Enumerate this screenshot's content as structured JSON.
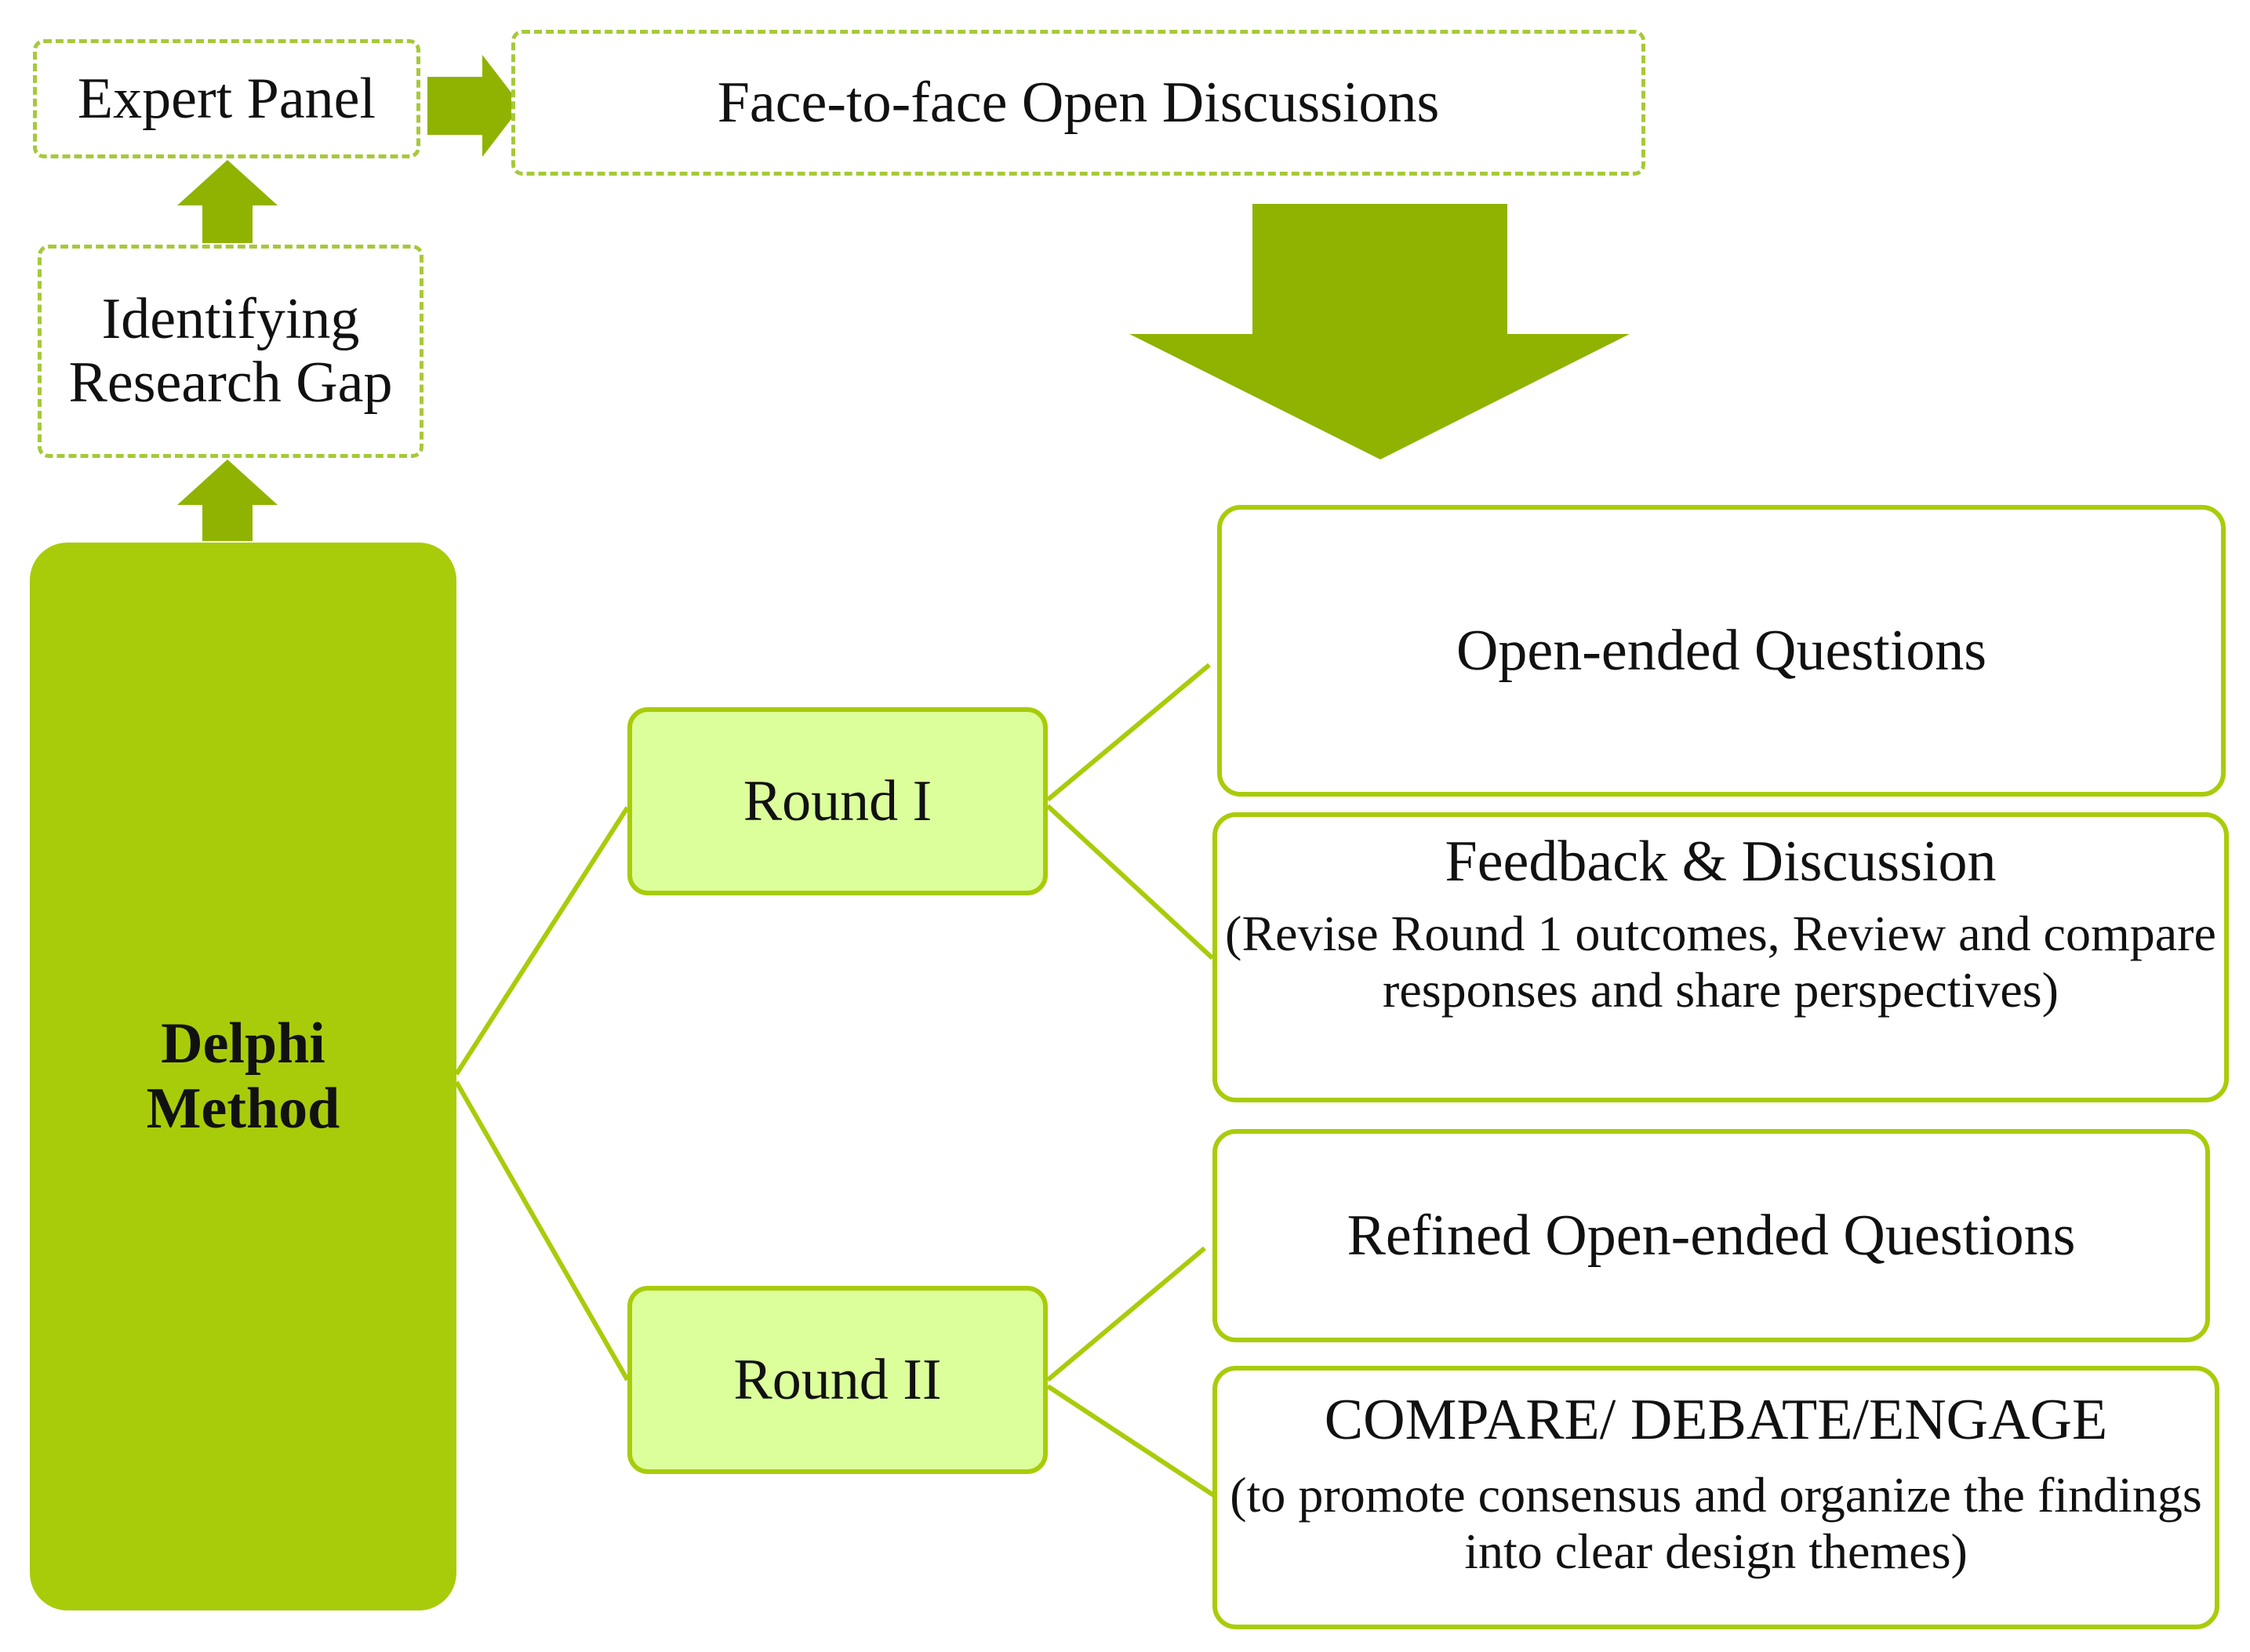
{
  "expert_panel": "Expert Panel",
  "face_to_face": "Face-to-face Open Discussions",
  "identifying_gap": "Identifying Research Gap",
  "delphi": {
    "line1": "Delphi",
    "line2": "Method"
  },
  "round1": {
    "label": "Round I",
    "item1": "Open-ended Questions",
    "item2_title": "Feedback & Discussion",
    "item2_detail": "(Revise Round 1 outcomes, Review and compare responses and share perspectives)"
  },
  "round2": {
    "label": "Round II",
    "item1": "Refined Open-ended Questions",
    "item2_title": "COMPARE/ DEBATE/ENGAGE",
    "item2_detail": "(to promote consensus and organize the findings into clear design themes)"
  },
  "colors": {
    "arrow": "#8fb300",
    "line": "#a8cc0a",
    "delphi_fill": "#a8cc0a",
    "round_fill": "#dcff9c",
    "dashed_border": "#a6c93a"
  }
}
